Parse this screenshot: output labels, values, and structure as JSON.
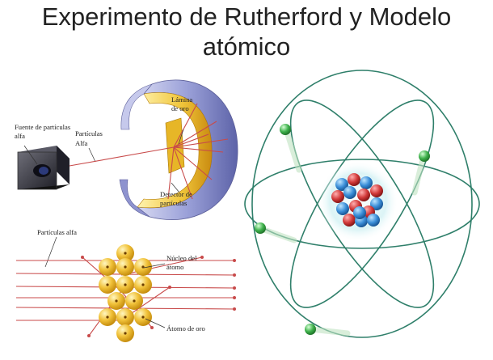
{
  "title": {
    "line1": "Experimento de Rutherford y Modelo",
    "line2": "atómico"
  },
  "apparatus": {
    "source_label_1": "Fuente de partículas",
    "source_label_2": "alfa",
    "beam_label_1": "Partículas",
    "beam_label_2": "Alfa",
    "foil_label_1": "Lámina",
    "foil_label_2": "de oro",
    "detector_label_1": "Detector de",
    "detector_label_2": "partículas"
  },
  "scattering": {
    "alpha_label": "Partículas alfa",
    "nucleus_label_1": "Núcleo del",
    "nucleus_label_2": "átomo",
    "gold_atom_label": "Átomo de oro"
  },
  "colors": {
    "title_text": "#222222",
    "beam": "#c84a4a",
    "gold": "#e8b020",
    "shield": "#8a8fc8",
    "orbit": "#2f7f6a",
    "electron": "#3db04a",
    "proton": "#d23a3a",
    "neutron": "#3a8ed8"
  }
}
